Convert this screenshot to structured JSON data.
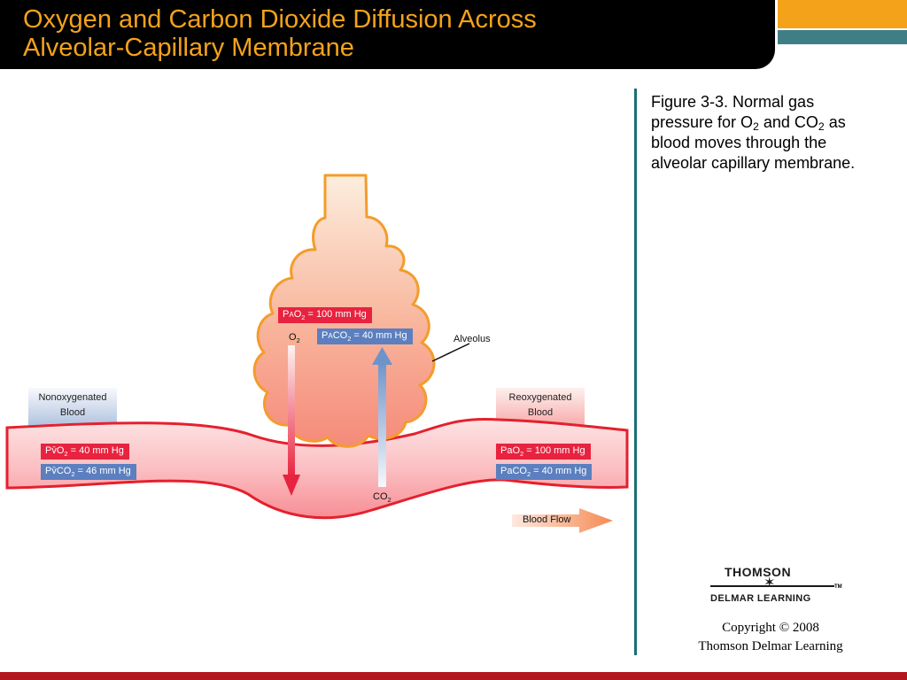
{
  "slide": {
    "title_line1": "Oxygen and Carbon Dioxide Diffusion Across",
    "title_line2": "Alveolar-Capillary Membrane"
  },
  "caption": {
    "line1": "Figure 3-3.  Normal gas",
    "line2_pre": "pressure for O",
    "line2_sub1": "2",
    "line2_mid": " and CO",
    "line2_sub2": "2",
    "line2_post": " as",
    "line3": "blood moves through the",
    "line4": "alveolar capillary membrane."
  },
  "diagram": {
    "alveolar": {
      "pao2": {
        "pre": "P",
        "small": "A",
        "gas": "O",
        "sub": "2",
        "value": " = 100 mm Hg"
      },
      "paco2": {
        "pre": "P",
        "small": "A",
        "gas": "CO",
        "sub": "2",
        "value": " = 40 mm Hg"
      }
    },
    "o2_label": {
      "gas": "O",
      "sub": "2"
    },
    "co2_label": {
      "gas": "CO",
      "sub": "2"
    },
    "alveolus_label": "Alveolus",
    "nonoxygenated": {
      "line1": "Nonoxygenated",
      "line2": "Blood"
    },
    "reoxygenated": {
      "line1": "Reoxygenated",
      "line2": "Blood"
    },
    "venous": {
      "pvo2": {
        "pre": "Pv̄",
        "gas": "O",
        "sub": "2",
        "value": " = 40 mm Hg"
      },
      "pvco2": {
        "pre": "Pv̄",
        "gas": "CO",
        "sub": "2",
        "value": " = 46 mm Hg"
      }
    },
    "arterial": {
      "pao2": {
        "pre": "Pa",
        "gas": "O",
        "sub": "2",
        "value": " = 100 mm Hg"
      },
      "paco2": {
        "pre": "Pa",
        "gas": "CO",
        "sub": "2",
        "value": " = 40 mm Hg"
      }
    },
    "blood_flow_label": "Blood Flow"
  },
  "logo": {
    "top": "THOMSON",
    "bottom": "DELMAR LEARNING",
    "tm": "TM"
  },
  "copyright": {
    "line1": "Copyright © 2008",
    "line2": "Thomson Delmar Learning"
  },
  "colors": {
    "title_text": "#f5a21b",
    "o2_red": "#e8233f",
    "co2_blue": "#5b7fbf",
    "vessel_outline": "#e5202e",
    "alveolus_outline": "#f39c2b",
    "accent_teal": "#1a6f74",
    "bottom_bar": "#b4161f"
  }
}
